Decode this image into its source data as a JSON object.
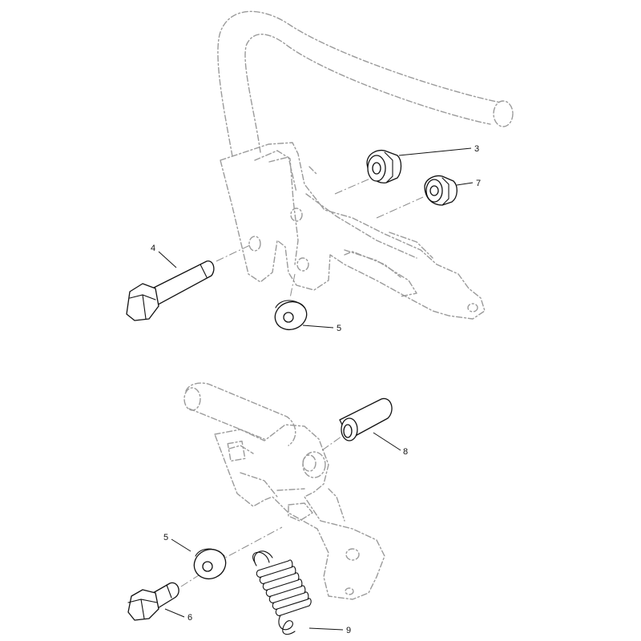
{
  "callouts": {
    "c3": "3",
    "c7": "7",
    "c4": "4",
    "c5_upper": "5",
    "c5_lower": "5",
    "c6": "6",
    "c8": "8",
    "c9": "9"
  }
}
